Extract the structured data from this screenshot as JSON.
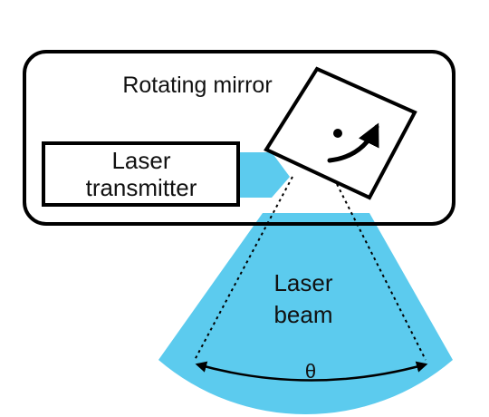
{
  "colors": {
    "beam": "#5ccbee",
    "stroke": "#000000",
    "background": "#ffffff"
  },
  "labels": {
    "rotating_mirror": "Rotating mirror",
    "laser_transmitter_line1": "Laser",
    "laser_transmitter_line2": "transmitter",
    "laser_beam_line1": "Laser",
    "laser_beam_line2": "beam",
    "angle_symbol": "θ"
  },
  "icons": {
    "rotation": "curved-arrow-icon",
    "pivot": "pivot-dot-icon"
  }
}
